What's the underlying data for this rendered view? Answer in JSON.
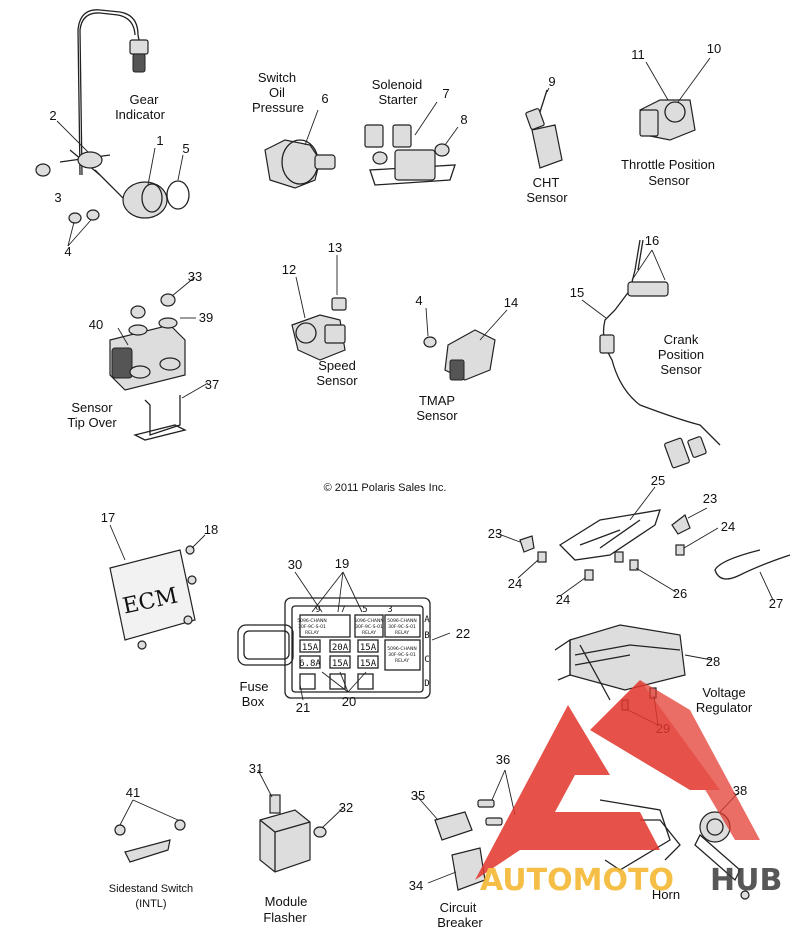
{
  "copyright": "© 2011 Polaris Sales Inc.",
  "watermark": {
    "word1": "AUTOMOTO",
    "word2": "HUB",
    "color_primary": "#e2352b",
    "color_secondary": "#f4b528",
    "color_dark": "#3a3a3a"
  },
  "labels": {
    "gear_indicator": [
      "Gear",
      "Indicator"
    ],
    "switch_oil_pressure": [
      "Switch",
      "Oil",
      "Pressure"
    ],
    "solenoid_starter": [
      "Solenoid",
      "Starter"
    ],
    "cht_sensor": [
      "CHT",
      "Sensor"
    ],
    "throttle_position_sensor": [
      "Throttle Position",
      "Sensor"
    ],
    "sensor_tip_over": [
      "Sensor",
      "Tip Over"
    ],
    "speed_sensor": [
      "Speed",
      "Sensor"
    ],
    "tmap_sensor": [
      "TMAP",
      "Sensor"
    ],
    "crank_position_sensor": [
      "Crank",
      "Position",
      "Sensor"
    ],
    "fuse_box": [
      "Fuse",
      "Box"
    ],
    "voltage_regulator": [
      "Voltage",
      "Regulator"
    ],
    "sidestand_switch": [
      "Sidestand Switch",
      "(INTL)"
    ],
    "module_flasher": [
      "Module",
      "Flasher"
    ],
    "circuit_breaker": [
      "Circuit",
      "Breaker"
    ],
    "horn": "Horn",
    "ecm": "ECM"
  },
  "fuse_box": {
    "top_numbers": [
      "9",
      "7",
      "5",
      "3"
    ],
    "side_letters": [
      "A",
      "B",
      "C",
      "D"
    ],
    "relay_text": [
      "5096-CHANN",
      "30F-9C-S-01",
      "RELAY"
    ],
    "fuses": [
      "15A",
      "20A",
      "15A",
      "6.8A",
      "15A",
      "15A"
    ]
  },
  "callouts": [
    "1",
    "2",
    "3",
    "4",
    "5",
    "6",
    "7",
    "8",
    "9",
    "10",
    "11",
    "12",
    "13",
    "4",
    "14",
    "15",
    "16",
    "17",
    "18",
    "19",
    "20",
    "21",
    "22",
    "23",
    "23",
    "24",
    "24",
    "24",
    "25",
    "26",
    "27",
    "28",
    "29",
    "30",
    "31",
    "32",
    "33",
    "34",
    "35",
    "36",
    "37",
    "38",
    "39",
    "40",
    "41"
  ]
}
